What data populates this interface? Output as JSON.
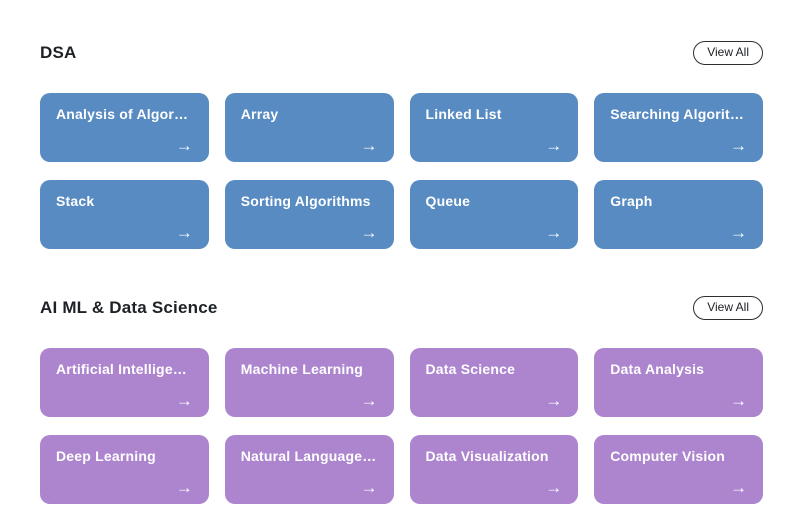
{
  "icons": {
    "arrow_right": "→"
  },
  "sections": [
    {
      "title": "DSA",
      "view_all_label": "View All",
      "accent_color": "#588bc2",
      "cards": [
        {
          "label": "Analysis of Algor…"
        },
        {
          "label": "Array"
        },
        {
          "label": "Linked List"
        },
        {
          "label": "Searching Algorit…"
        },
        {
          "label": "Stack"
        },
        {
          "label": "Sorting Algorithms"
        },
        {
          "label": "Queue"
        },
        {
          "label": "Graph"
        }
      ]
    },
    {
      "title": "AI ML & Data Science",
      "view_all_label": "View All",
      "accent_color": "#ad85cf",
      "cards": [
        {
          "label": "Artificial Intellige…"
        },
        {
          "label": "Machine Learning"
        },
        {
          "label": "Data Science"
        },
        {
          "label": "Data Analysis"
        },
        {
          "label": "Deep Learning"
        },
        {
          "label": "Natural Language…"
        },
        {
          "label": "Data Visualization"
        },
        {
          "label": "Computer Vision"
        }
      ]
    }
  ]
}
